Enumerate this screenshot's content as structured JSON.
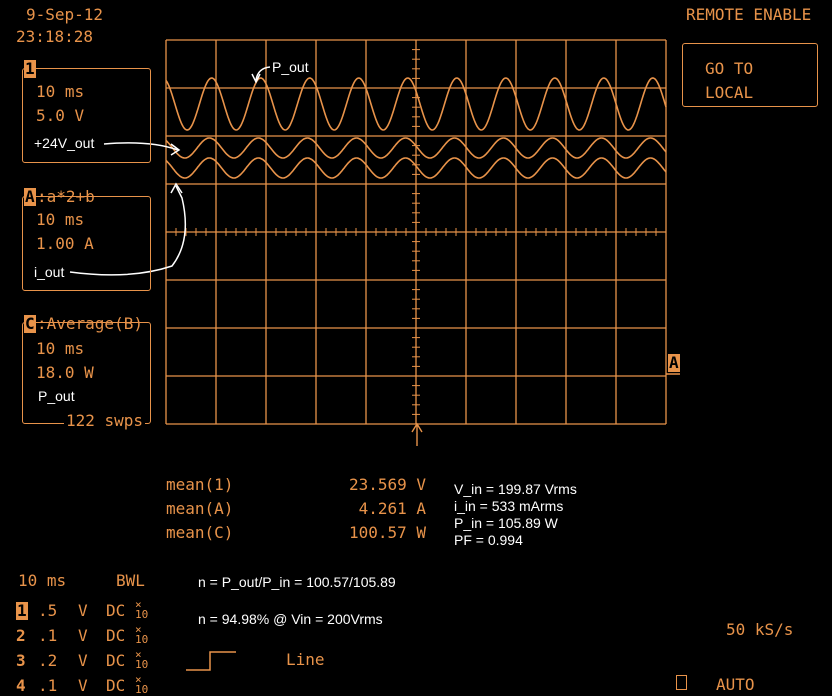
{
  "header": {
    "date": "9-Sep-12",
    "time": "23:18:28",
    "remote": "REMOTE ENABLE",
    "go_to_local": [
      "GO TO",
      "LOCAL"
    ]
  },
  "channels": [
    {
      "badge": "1",
      "title": "",
      "timebase": "10 ms",
      "scale": "5.0 V",
      "label": "+24V_out"
    },
    {
      "badge": "A",
      "title": ":a*2+b",
      "timebase": "10 ms",
      "scale": "1.00 A",
      "label": "i_out"
    },
    {
      "badge": "C",
      "title": ":Average(B)",
      "timebase": "10 ms",
      "scale": "18.0 W",
      "label": "P_out",
      "sweeps": "122 swps"
    }
  ],
  "annotations": {
    "p_out": "P_out"
  },
  "trigger_marker": "A",
  "measurements": [
    {
      "label": "mean(1)",
      "value": "23.569 V"
    },
    {
      "label": "mean(A)",
      "value": "4.261 A"
    },
    {
      "label": "mean(C)",
      "value": "100.57 W"
    }
  ],
  "input_stats": [
    "V_in = 199.87 Vrms",
    "i_in = 533 mArms",
    "P_in = 105.89 W",
    "PF = 0.994"
  ],
  "efficiency": {
    "formula": "n = P_out/P_in = 100.57/105.89",
    "result": "n = 94.98% @ Vin = 200Vrms"
  },
  "bottom": {
    "timebase": "10 ms",
    "bwl": "BWL",
    "rows": [
      {
        "ch": "1",
        "scale": ".5",
        "unit": "V",
        "coupling": "DC"
      },
      {
        "ch": "2",
        "scale": ".1",
        "unit": "V",
        "coupling": "DC"
      },
      {
        "ch": "3",
        "scale": ".2",
        "unit": "V",
        "coupling": "DC"
      },
      {
        "ch": "4",
        "scale": ".1",
        "unit": "V",
        "coupling": "DC"
      }
    ],
    "trigger_source": "Line",
    "sample_rate": "50 kS/s",
    "mode": "AUTO"
  }
}
